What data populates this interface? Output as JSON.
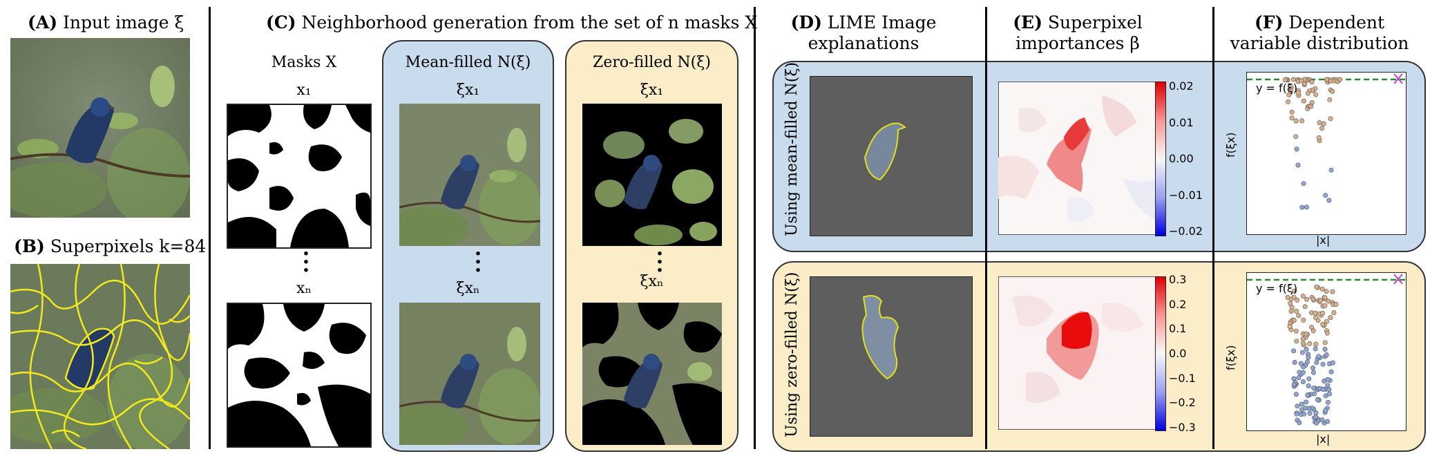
{
  "panels": {
    "a": {
      "letter": "(A)",
      "title": "Input image ξ"
    },
    "b": {
      "letter": "(B)",
      "title": "Superpixels k=84"
    },
    "c": {
      "letter": "(C)",
      "title": "Neighborhood generation from the set of n masks X",
      "masks_header": "Masks X",
      "mean_header": "Mean-filled N(ξ)",
      "zero_header": "Zero-filled N(ξ)",
      "x1": "x₁",
      "xn": "xₙ",
      "xi_x1": "ξx₁",
      "xi_xn": "ξxₙ"
    },
    "d": {
      "letter": "(D)",
      "title_line1": "LIME Image",
      "title_line2": "explanations"
    },
    "e": {
      "letter": "(E)",
      "title_line1": "Superpixel",
      "title_line2": "importances β"
    },
    "f": {
      "letter": "(F)",
      "title_line1": "Dependent",
      "title_line2": "variable distribution"
    }
  },
  "rows": {
    "top": {
      "label": "Using mean-filled N(ξ)"
    },
    "bottom": {
      "label": "Using zero-filled N(ξ)"
    }
  },
  "colorbars": {
    "top": {
      "ticks": [
        "0.02",
        "0.01",
        "0.00",
        "−0.01",
        "−0.02"
      ]
    },
    "bottom": {
      "ticks": [
        "0.3",
        "0.2",
        "0.1",
        "0.0",
        "−0.1",
        "−0.2",
        "−0.3"
      ]
    }
  },
  "scatter": {
    "y_label": "f(ξx)",
    "x_label": "|x|",
    "line_label": "y = f(ξ)"
  },
  "colors": {
    "blue_panel": "#c8dcee",
    "yellow_panel": "#fbedc8",
    "dashed_line": "#2a8a2a",
    "marker_x": "#c040c0"
  }
}
